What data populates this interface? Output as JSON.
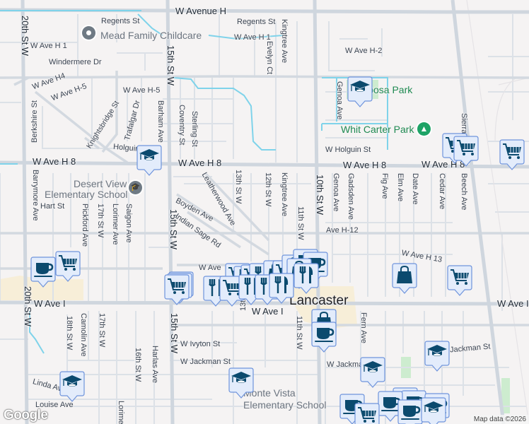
{
  "map": {
    "city_label": "Lancaster",
    "attribution": "Map data ©2026",
    "logo": "Google",
    "colors": {
      "background": "#f5f3f3",
      "road": "#d5dbe2",
      "water": "#7fd3ea",
      "park": "#cdeccf",
      "commercial": "#f7eed8",
      "marker_fill": "#e3ecfb",
      "marker_border": "#6f94dc",
      "marker_icon": "#0b4a6e",
      "park_text": "#1f8a52"
    },
    "pois": {
      "mead": "Mead Family Childcare",
      "desert_view_1": "Desert View",
      "desert_view_2": "Elementary School",
      "monte_vista_1": "Monte Vista",
      "monte_vista_2": "Elementary School",
      "mariposa_park": "Mariposa Park",
      "whit_carter_park": "Whit Carter Park"
    },
    "streets": {
      "w_avenue_h": "W Avenue H",
      "regents_st": "Regents St",
      "w_ave_h1": "W Ave H 1",
      "windermere": "Windermere Dr",
      "w_ave_h4": "W Ave H4",
      "w_ave_h5": "W Ave H-5",
      "berkshire": "Berkshire St",
      "knightsbridge": "Knightsbridge St",
      "trafalgar": "Trafalgar Dr",
      "barham": "Barham Ave",
      "coventry": "Coventry St",
      "sterling": "Sterling St",
      "holguin": "Holguin St",
      "w_ave_h8": "W Ave H 8",
      "barrymore": "Barrymore Ave",
      "hart": "Hart St",
      "pickford": "Pickford Ave",
      "st17": "17th St W",
      "lorimer": "Lorimer Ave",
      "saigon": "Saigon Ave",
      "st15": "15th St W",
      "st20": "20th St W",
      "leatherwood": "Leatherwood Ave",
      "st13": "13th St W",
      "boyden": "Boyden Ave",
      "indian_sage": "Indian Sage Rd",
      "st12": "12th St W",
      "kingtree": "Kingtree Ave",
      "evelyn": "Evelyn Ct",
      "w_ave_h2": "W Ave H-2",
      "genoa": "Genoa Ave",
      "w_holguin": "W Holguin St",
      "st10": "10th St W",
      "gadsden": "Gadsden Ave",
      "fig": "Fig Ave",
      "elm": "Elm Ave",
      "date": "Date Ave",
      "cedar": "Cedar Ave",
      "beech": "Beech Ave",
      "sierra": "Sierra Hwy",
      "st11": "11th St W",
      "ave_h12": "Ave H-12",
      "w_ave_h13": "W Ave H 13",
      "w_ave": "W Ave",
      "w_ave_i": "W Ave I",
      "st18": "18th St W",
      "camolin": "Camolin Ave",
      "st16": "16th St W",
      "harlas": "Harlas Ave",
      "w_ivyton": "W Ivyton St",
      "w_jackman": "W Jackman St",
      "jackman": "Jackman St",
      "linda": "Linda Ave",
      "louise": "Louise Ave",
      "fern": "Fern Ave"
    },
    "marker_icons": [
      "school-icon",
      "shopping-cart-icon",
      "coffee-icon",
      "restaurant-icon",
      "shopping-bag-icon"
    ]
  }
}
